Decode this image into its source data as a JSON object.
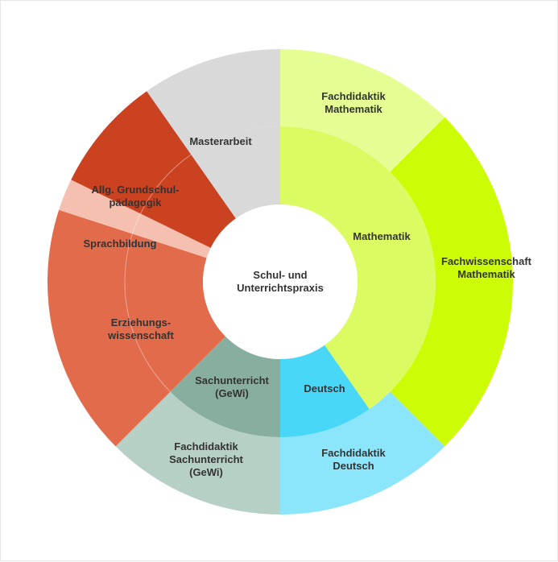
{
  "center": {
    "lines": [
      "Schul- und",
      "Unterrichtspraxis"
    ],
    "color": "#ffffff"
  },
  "inner_ring": [
    {
      "id": "mathematik",
      "lines": [
        "Mathematik"
      ],
      "color": "#dcfb63"
    },
    {
      "id": "deutsch",
      "lines": [
        "Deutsch"
      ],
      "color": "#49d7f8"
    },
    {
      "id": "sachunterricht",
      "lines": [
        "Sachunterricht",
        "(GeWi)"
      ],
      "color": "#87ae9e"
    },
    {
      "id": "erziehungswissenschaft",
      "lines": [
        "Erziehungs-",
        "wissenschaft"
      ],
      "color": "#e26b4c"
    },
    {
      "id": "sprachbildung",
      "lines": [
        "Sprachbildung"
      ],
      "color": "#f5c0b0"
    },
    {
      "id": "grundschulpaedagogik",
      "lines": [
        "Allg. Grundschul-",
        "pädagogik"
      ],
      "color": "#cb4221"
    },
    {
      "id": "masterarbeit",
      "lines": [
        "Masterarbeit"
      ],
      "color": "#d9d9d9"
    }
  ],
  "outer_ring": [
    {
      "id": "fachdidaktik-mathematik",
      "lines": [
        "Fachdidaktik",
        "Mathematik"
      ],
      "color": "#e6fd93"
    },
    {
      "id": "fachwissenschaft-mathematik",
      "lines": [
        "Fachwissenschaft",
        "Mathematik"
      ],
      "color": "#cdfd06"
    },
    {
      "id": "fachdidaktik-deutsch",
      "lines": [
        "Fachdidaktik",
        "Deutsch"
      ],
      "color": "#8be5fb"
    },
    {
      "id": "fachdidaktik-sachunterricht",
      "lines": [
        "Fachdidaktik",
        "Sachunterricht",
        "(GeWi)"
      ],
      "color": "#b7d0c5"
    },
    {
      "id": "erziehungswissenschaft-outer",
      "lines": [],
      "color": "#e26b4c"
    },
    {
      "id": "sprachbildung-outer",
      "lines": [],
      "color": "#f5c0b0"
    },
    {
      "id": "grundschulpaedagogik-outer",
      "lines": [],
      "color": "#cb4221"
    },
    {
      "id": "masterarbeit-outer",
      "lines": [],
      "color": "#d9d9d9"
    }
  ]
}
